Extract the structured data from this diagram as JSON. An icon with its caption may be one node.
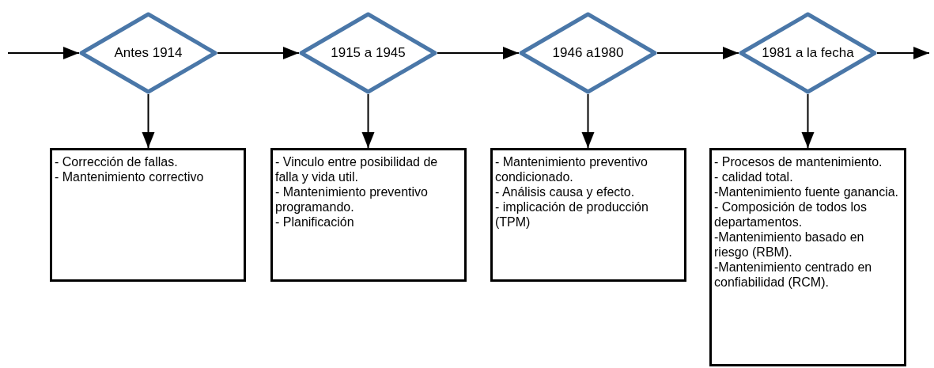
{
  "diagram": {
    "nodes": [
      {
        "text": [
          "Antes 1914"
        ]
      },
      {
        "text": [
          "1915 a 1945"
        ]
      },
      {
        "text": [
          "1946 a1980"
        ]
      },
      {
        "text": [
          "1981 a la fecha"
        ]
      },
      {
        "text": [
          "- Corrección de fallas.",
          "- Mantenimiento correctivo"
        ]
      },
      {
        "text": [
          "- Vinculo entre posibilidad de falla y vida util.",
          "- Mantenimiento preventivo programando.",
          "- Planificación"
        ]
      },
      {
        "text": [
          "- Mantenimiento preventivo condicionado.",
          "- Análisis causa y efecto.",
          "- implicación de producción (TPM)"
        ]
      },
      {
        "text": [
          "- Procesos de mantenimiento.",
          "- calidad total.",
          "-Mantenimiento fuente ganancia.",
          "- Composición de todos los departamentos.",
          "-Mantenimiento basado en riesgo (RBM).",
          "-Mantenimiento centrado en confiabilidad (RCM)."
        ]
      }
    ],
    "edges": [
      {
        "from": null,
        "to": 0,
        "arrow": "to"
      },
      {
        "from": 0,
        "to": 1,
        "arrow": "to"
      },
      {
        "from": 1,
        "to": 2,
        "arrow": "to"
      },
      {
        "from": 2,
        "to": 3,
        "arrow": "to"
      },
      {
        "from": 3,
        "to": null,
        "arrow": "to"
      },
      {
        "from": 0,
        "to": 4,
        "arrow": "to"
      },
      {
        "from": 1,
        "to": 5,
        "arrow": "to"
      },
      {
        "from": 2,
        "to": 6,
        "arrow": "to"
      },
      {
        "from": 3,
        "to": 7,
        "arrow": "to"
      }
    ]
  }
}
